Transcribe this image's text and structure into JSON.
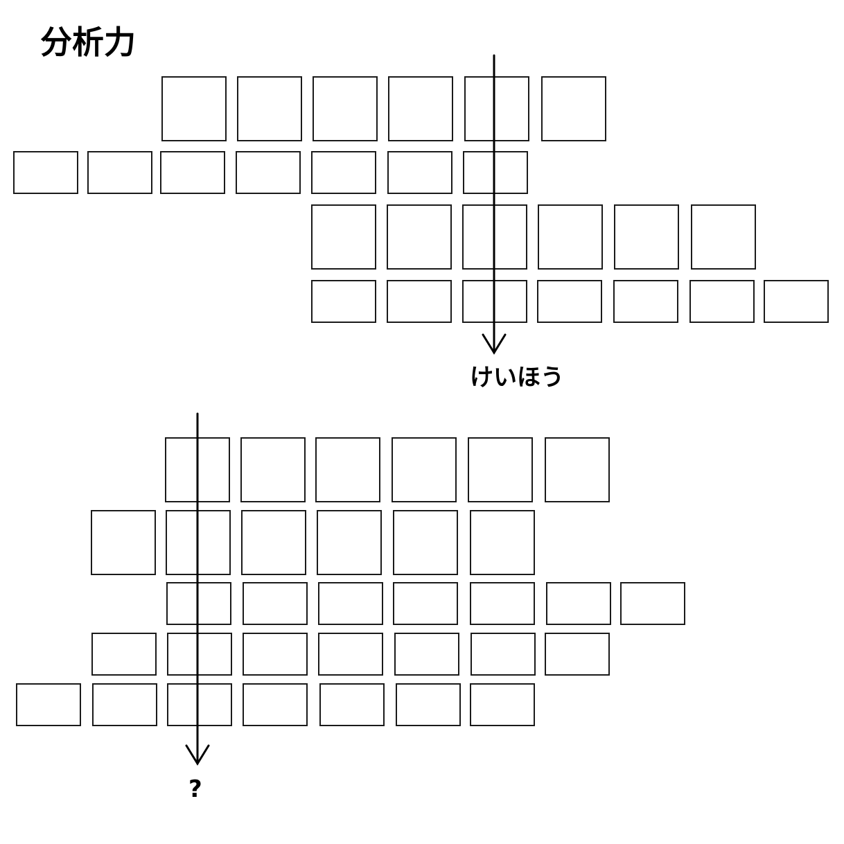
{
  "title": "分析力",
  "puzzle1": {
    "answer_label": "けいほう",
    "rows": [
      6,
      7,
      6,
      7
    ]
  },
  "puzzle2": {
    "answer_label": "?",
    "rows": [
      6,
      6,
      7,
      7,
      7
    ]
  },
  "colors": {
    "stroke": "#1a1a1a",
    "background": "#ffffff"
  }
}
